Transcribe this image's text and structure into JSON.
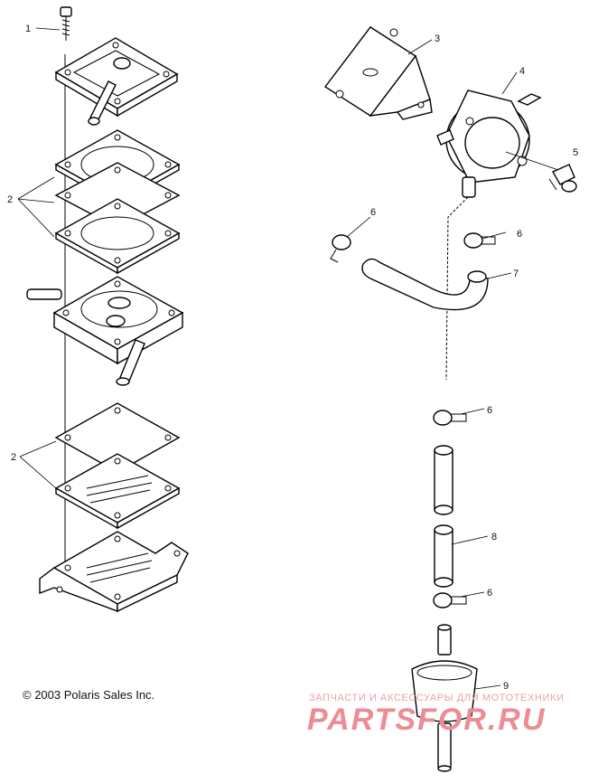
{
  "callouts": [
    {
      "id": "callout-1",
      "text": "1"
    },
    {
      "id": "callout-2-upper",
      "text": "2"
    },
    {
      "id": "callout-2-lower",
      "text": "2"
    },
    {
      "id": "callout-3",
      "text": "3"
    },
    {
      "id": "callout-4",
      "text": "4"
    },
    {
      "id": "callout-5",
      "text": "5"
    },
    {
      "id": "callout-6-left",
      "text": "6"
    },
    {
      "id": "callout-6-right",
      "text": "6"
    },
    {
      "id": "callout-7",
      "text": "7"
    },
    {
      "id": "callout-6-mid",
      "text": "6"
    },
    {
      "id": "callout-8",
      "text": "8"
    },
    {
      "id": "callout-6-low",
      "text": "6"
    },
    {
      "id": "callout-9",
      "text": "9"
    }
  ],
  "copyright": "© 2003 Polaris Sales Inc.",
  "watermark": {
    "tagline": "ЗАПЧАСТИ И АКСЕССУАРЫ ДЛЯ МОТОТЕХНИКИ",
    "logo": "PARTSFOR.RU",
    "color": "#ec8c94"
  }
}
